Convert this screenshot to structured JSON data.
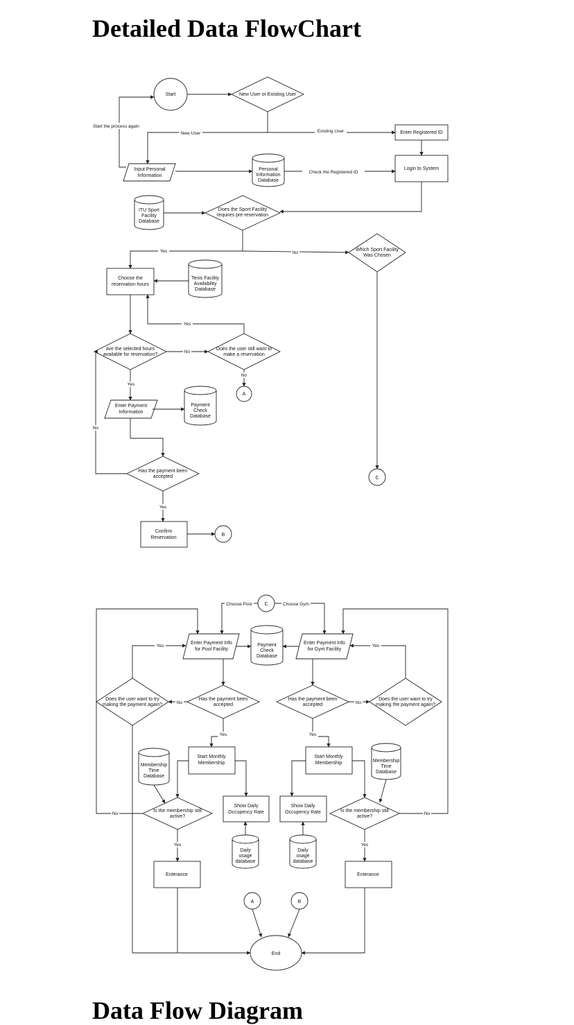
{
  "title": "Detailed Data FlowChart",
  "next_heading": "Data Flow Diagram",
  "colors": {
    "stroke": "#222222",
    "fill": "#ffffff",
    "text": "#111111"
  },
  "nodes": {
    "start": "Start",
    "new_or_existing": "New User or Existing User",
    "enter_registered_id": "Enter Registered ID",
    "input_personal_1": "Input Personal",
    "input_personal_2": "Information",
    "personal_db_1": "Personal",
    "personal_db_2": "Information",
    "personal_db_3": "Database",
    "login": "Login to System",
    "itu_db_1": "ITU Sport",
    "itu_db_2": "Facility",
    "itu_db_3": "Database",
    "prereservation_1": "Does the Sport Facility",
    "prereservation_2": "requires pre-reservation",
    "which_facility_1": "Which Sport Facility",
    "which_facility_2": "Was Chosen",
    "choose_hours_1": "Choose the",
    "choose_hours_2": "reservation hours",
    "tenis_db_1": "Tenis Facility",
    "tenis_db_2": "Availability",
    "tenis_db_3": "Database",
    "hours_available_1": "Are the selected hours",
    "hours_available_2": "available for reservation?",
    "still_want_1": "Does the user still want to",
    "still_want_2": "make a reservation",
    "connector_a": "A",
    "enter_payment_1": "Enter Payment",
    "enter_payment_2": "Information",
    "payment_db_1": "Payment",
    "payment_db_2": "Check",
    "payment_db_3": "Database",
    "payment_accepted_1": "Has the payment been",
    "payment_accepted_2": "accepted",
    "confirm_1": "Confirm",
    "confirm_2": "Reservation",
    "connector_b": "B",
    "connector_c": "C",
    "pool_payment_1": "Enter Payment  Info",
    "pool_payment_2": "for Pool Facility",
    "gym_payment_1": "Enter Payment  Info",
    "gym_payment_2": "for Gym Facility",
    "try_again_1": "Does the user want to try",
    "try_again_2": "making the payment again?",
    "start_membership_1": "Start Monthly",
    "start_membership_2": "Membership",
    "membership_db_1": "Membership",
    "membership_db_2": "Time",
    "membership_db_3": "Database",
    "show_occupancy_1": "Show Daily",
    "show_occupancy_2": "Occupency Rate",
    "daily_db_1": "Daily",
    "daily_db_2": "usage",
    "daily_db_3": "database",
    "membership_active_1": "Is the membership still",
    "membership_active_2": "active?",
    "entrance": "Enterance",
    "end": "End"
  },
  "edge_labels": {
    "start_again": "Start the process again",
    "new_user": "New User",
    "existing_user": "Existing User",
    "check_id": "Check the Registered ID",
    "yes": "Yes",
    "no": "No",
    "choose_pool": "Choose Pool",
    "choose_gym": "Choose Gym"
  }
}
